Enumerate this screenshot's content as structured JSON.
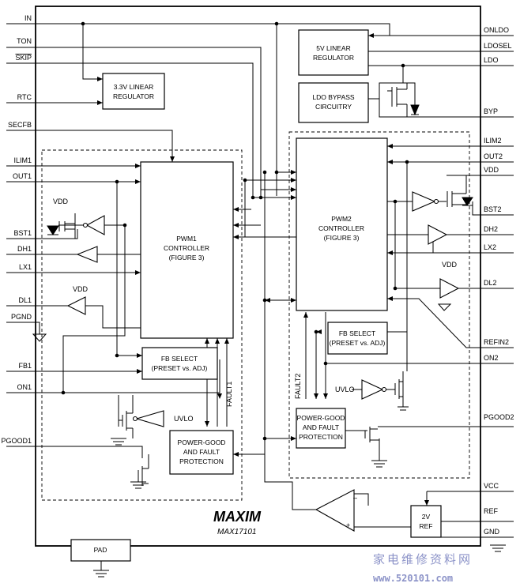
{
  "pins_left": [
    "IN",
    "TON",
    "SKIP",
    "RTC",
    "SECFB",
    "ILIM1",
    "OUT1",
    "BST1",
    "DH1",
    "LX1",
    "DL1",
    "PGND",
    "FB1",
    "ON1",
    "PGOOD1"
  ],
  "pins_right": [
    "ONLDO",
    "LDOSEL",
    "LDO",
    "BYP",
    "ILIM2",
    "OUT2",
    "VDD",
    "BST2",
    "DH2",
    "LX2",
    "DL2",
    "REFIN2",
    "ON2",
    "PGOOD2",
    "VCC",
    "REF",
    "GND"
  ],
  "blocks": {
    "reg33": [
      "3.3V LINEAR",
      "REGULATOR"
    ],
    "reg5": [
      "5V LINEAR",
      "REGULATOR"
    ],
    "ldo_bypass": [
      "LDO BYPASS",
      "CIRCUITRY"
    ],
    "pwm1": [
      "PWM1",
      "CONTROLLER",
      "(FIGURE 3)"
    ],
    "pwm2": [
      "PWM2",
      "CONTROLLER",
      "(FIGURE 3)"
    ],
    "fb1": [
      "FB SELECT",
      "(PRESET vs. ADJ)"
    ],
    "fb2": [
      "FB SELECT",
      "(PRESET vs. ADJ)"
    ],
    "pgood1": [
      "POWER-GOOD",
      "AND FAULT",
      "PROTECTION"
    ],
    "pgood2": [
      "POWER-GOOD",
      "AND FAULT",
      "PROTECTION"
    ],
    "ref": [
      "2V",
      "REF"
    ],
    "pad": "PAD"
  },
  "signals": {
    "vdd": "VDD",
    "uvlo": "UVLO",
    "fault1": "FAULT1",
    "fault2": "FAULT2"
  },
  "logo": "MAXIM",
  "part_number": "MAX17101",
  "watermark": {
    "chinese": "家电维修资料网",
    "url": "www.520101.com"
  }
}
